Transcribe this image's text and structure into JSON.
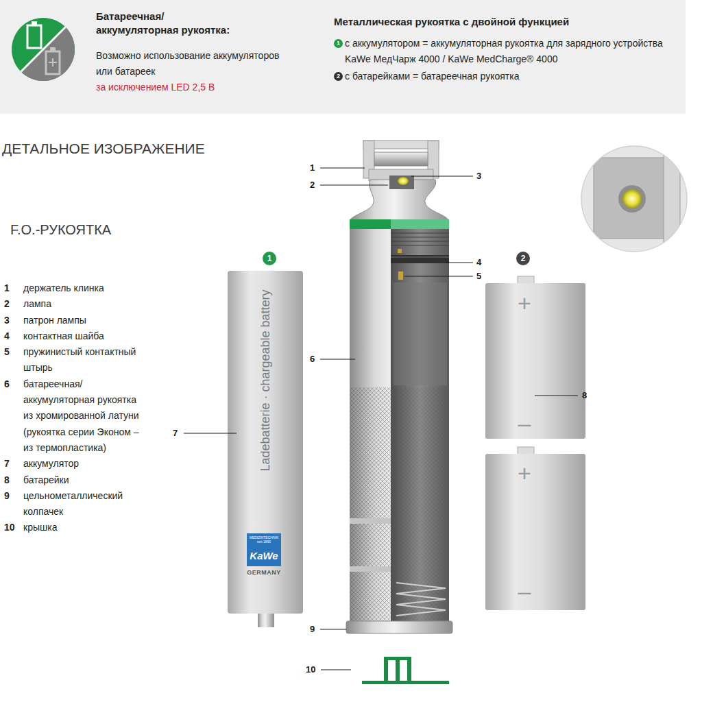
{
  "diagram": {
    "nodes": [
      {
        "text": [
          "Батареечная/ аккумуляторная рукоятка:",
          "Возможно использование аккумуляторов или батареек",
          "за исключением LED 2,5 В",
          "Металлическая рукоятка с двойной функцией",
          "с аккумулятором = аккумуляторная рукоятка для зарядного устройства KaWe МедЧарж 4000 / KaWe MedCharge® 4000",
          "с батарейками = батареечная рукоятка"
        ]
      },
      {
        "text": [
          "1"
        ],
        "in": 0
      },
      {
        "text": [
          "2"
        ],
        "in": 0
      },
      {
        "text": [
          "1"
        ]
      },
      {
        "text": [
          "2"
        ]
      },
      {
        "text": [
          "Ladebatterie · chargeable battery"
        ]
      },
      {
        "text": [
          "MEDIZINTECHNIK seit 1890",
          "KaWe",
          "GERMANY"
        ],
        "in": 5
      },
      {
        "text": [
          "+",
          "–"
        ]
      },
      {
        "text": [
          "+",
          "–"
        ]
      }
    ],
    "labels": [
      "ДЕТАЛЬНОЕ ИЗОБРАЖЕНИЕ",
      "F.O.-РУКОЯТКА",
      "1",
      "держатель клинка",
      "2",
      "лампа",
      "3",
      "патрон лампы",
      "4",
      "контактная шайба",
      "5",
      "пружинистый контактный штырь",
      "6",
      "батареечная/ аккумуляторная рукоятка из хромированной латуни (рукоятка серии Эконом – из термопластика)",
      "7",
      "аккумулятор",
      "8",
      "батарейки",
      "9",
      "цельнометаллический колпачек",
      "10",
      "крышка",
      "1",
      "2",
      "3",
      "4",
      "5",
      "6",
      "7",
      "8",
      "9",
      "10"
    ]
  }
}
